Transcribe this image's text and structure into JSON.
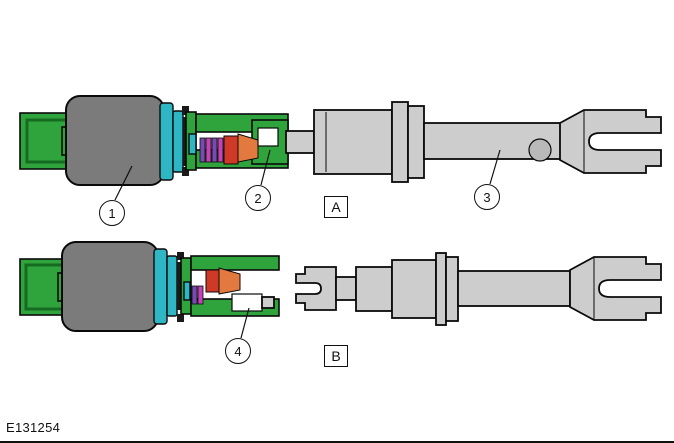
{
  "figure": {
    "code": "E131254"
  },
  "views": [
    {
      "label": "A"
    },
    {
      "label": "B"
    }
  ],
  "callouts": [
    {
      "number": "1"
    },
    {
      "number": "2"
    },
    {
      "number": "3"
    },
    {
      "number": "4"
    }
  ],
  "colors": {
    "connector_green": "#2fa43c",
    "connector_green_dark": "#156b22",
    "boot_gray": "#7b7b7b",
    "ring_teal": "#2fb6c5",
    "spring_purple": "#7a4ab2",
    "spring_magenta": "#c444b8",
    "cone_red": "#cf3a28",
    "cone_orange": "#e2793f",
    "shaft_gray": "#cdcdcd",
    "shaft_gray_dark": "#b9b9b9"
  }
}
